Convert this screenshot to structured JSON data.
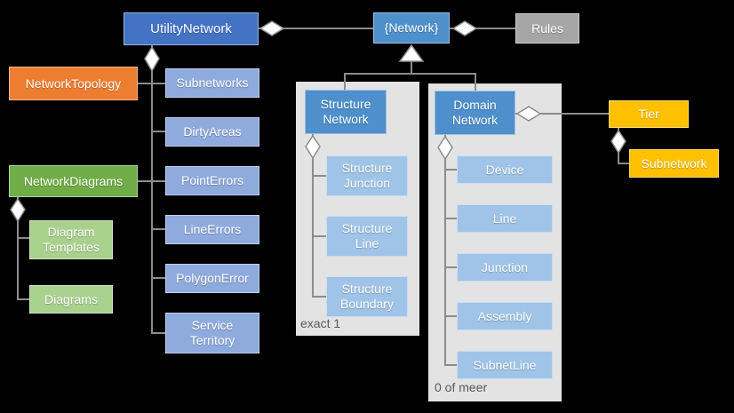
{
  "colors": {
    "background": "#000000",
    "connector": "#8C8C8C",
    "group_fill": "#E3E3E3",
    "caption_text": "#595959"
  },
  "nodes": {
    "utility_network": {
      "label": "UtilityNetwork",
      "color": "#4472C4"
    },
    "network": {
      "label": "{Network}",
      "color": "#4E8FCC"
    },
    "rules": {
      "label": "Rules",
      "color": "#A6A6A6"
    },
    "network_topology": {
      "label": "NetworkTopology",
      "color": "#ED7D31"
    },
    "subnetworks": {
      "label": "Subnetworks",
      "color": "#8FAADC"
    },
    "dirty_areas": {
      "label": "DirtyAreas",
      "color": "#8FAADC"
    },
    "point_errors": {
      "label": "PointErrors",
      "color": "#8FAADC"
    },
    "line_errors": {
      "label": "LineErrors",
      "color": "#8FAADC"
    },
    "polygon_error": {
      "label": "PolygonError",
      "color": "#8FAADC"
    },
    "service_territory": {
      "label": "Service Territory",
      "color": "#8FAADC"
    },
    "network_diagrams": {
      "label": "NetworkDiagrams",
      "color": "#70AD47"
    },
    "diagram_templates": {
      "label": "Diagram Templates",
      "color": "#A9D18E"
    },
    "diagrams": {
      "label": "Diagrams",
      "color": "#A9D18E"
    },
    "structure_network": {
      "label": "Structure Network",
      "color": "#4E8FCC"
    },
    "structure_junction": {
      "label": "Structure Junction",
      "color": "#9FC4E7"
    },
    "structure_line": {
      "label": "Structure Line",
      "color": "#9FC4E7"
    },
    "structure_boundary": {
      "label": "Structure Boundary",
      "color": "#9FC4E7"
    },
    "domain_network": {
      "label": "Domain Network",
      "color": "#4E8FCC"
    },
    "device": {
      "label": "Device",
      "color": "#9FC4E7"
    },
    "line": {
      "label": "Line",
      "color": "#9FC4E7"
    },
    "junction": {
      "label": "Junction",
      "color": "#9FC4E7"
    },
    "assembly": {
      "label": "Assembly",
      "color": "#9FC4E7"
    },
    "subnet_line": {
      "label": "SubnetLine",
      "color": "#9FC4E7"
    },
    "tier": {
      "label": "Tier",
      "color": "#FFC000"
    },
    "subnetwork": {
      "label": "Subnetwork",
      "color": "#FFC000"
    }
  },
  "annotations": {
    "structure_group_cardinality": "exact 1",
    "domain_group_cardinality": "0 of meer"
  },
  "edges": [
    {
      "from": "utility_network",
      "to": "network",
      "type": "aggregation"
    },
    {
      "from": "network",
      "to": "rules",
      "type": "aggregation"
    },
    {
      "from": "structure_network",
      "to": "network",
      "type": "inheritance"
    },
    {
      "from": "domain_network",
      "to": "network",
      "type": "inheritance"
    },
    {
      "from": "utility_network",
      "to": "network_topology",
      "type": "aggregation"
    },
    {
      "from": "utility_network",
      "to": "subnetworks",
      "type": "aggregation"
    },
    {
      "from": "utility_network",
      "to": "dirty_areas",
      "type": "aggregation"
    },
    {
      "from": "utility_network",
      "to": "point_errors",
      "type": "aggregation"
    },
    {
      "from": "utility_network",
      "to": "line_errors",
      "type": "aggregation"
    },
    {
      "from": "utility_network",
      "to": "polygon_error",
      "type": "aggregation"
    },
    {
      "from": "utility_network",
      "to": "service_territory",
      "type": "aggregation"
    },
    {
      "from": "utility_network",
      "to": "network_diagrams",
      "type": "aggregation"
    },
    {
      "from": "network_diagrams",
      "to": "diagram_templates",
      "type": "aggregation"
    },
    {
      "from": "network_diagrams",
      "to": "diagrams",
      "type": "aggregation"
    },
    {
      "from": "structure_network",
      "to": "structure_junction",
      "type": "aggregation"
    },
    {
      "from": "structure_network",
      "to": "structure_line",
      "type": "aggregation"
    },
    {
      "from": "structure_network",
      "to": "structure_boundary",
      "type": "aggregation"
    },
    {
      "from": "domain_network",
      "to": "device",
      "type": "aggregation"
    },
    {
      "from": "domain_network",
      "to": "line",
      "type": "aggregation"
    },
    {
      "from": "domain_network",
      "to": "junction",
      "type": "aggregation"
    },
    {
      "from": "domain_network",
      "to": "assembly",
      "type": "aggregation"
    },
    {
      "from": "domain_network",
      "to": "subnet_line",
      "type": "aggregation"
    },
    {
      "from": "domain_network",
      "to": "tier",
      "type": "aggregation"
    },
    {
      "from": "tier",
      "to": "subnetwork",
      "type": "aggregation"
    }
  ]
}
